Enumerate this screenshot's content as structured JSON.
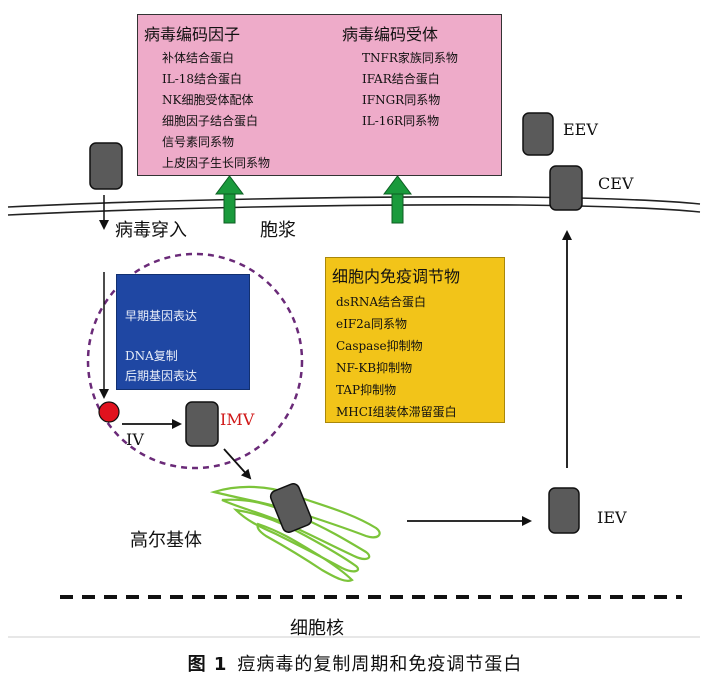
{
  "pink_box": {
    "left_header": "病毒编码因子",
    "right_header": "病毒编码受体",
    "left_items": [
      "补体结合蛋白",
      "IL-18结合蛋白",
      "NK细胞受体配体",
      "细胞因子结合蛋白",
      "信号素同系物",
      "上皮因子生长同系物"
    ],
    "right_items": [
      "TNFR家族同系物",
      "IFAR结合蛋白",
      "IFNGR同系物",
      "IL-16R同系物"
    ]
  },
  "labels": {
    "entry": "病毒穿入",
    "cytoplasm": "胞浆",
    "eev": "EEV",
    "cev": "CEV",
    "iv": "IV",
    "imv": "IMV",
    "golgi": "高尔基体",
    "iev": "IEV",
    "nucleus": "细胞核"
  },
  "blue_box": {
    "early": "早期基因表达",
    "dna": "DNA复制",
    "late": "后期基因表达"
  },
  "yellow_box": {
    "header": "细胞内免疫调节物",
    "items": [
      "dsRNA结合蛋白",
      "eIF2a同系物",
      "Caspase抑制物",
      "NF-KB抑制物",
      "TAP抑制物",
      "MHCI组装体滞留蛋白"
    ]
  },
  "caption": {
    "number": "图 1",
    "text": "痘病毒的复制周期和免疫调节蛋白"
  },
  "colors": {
    "pink": "#eeabc9",
    "blue": "#1f47a3",
    "yellow": "#f2c419",
    "virion": "#5a5a5a",
    "arrow_green": "#1a9a3c",
    "circle_purple": "#6a2a78",
    "iv_red": "#e0121e",
    "golgi_green": "#7cc43a"
  }
}
